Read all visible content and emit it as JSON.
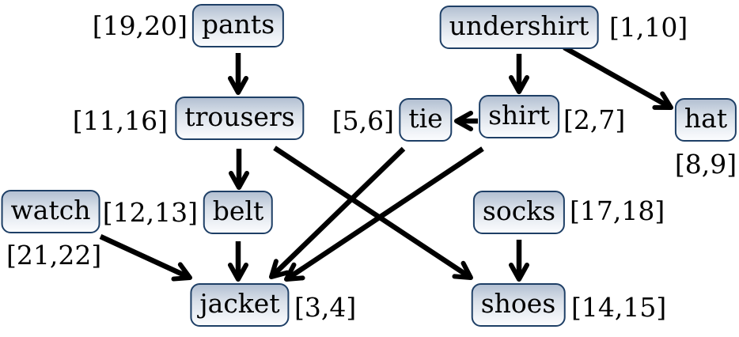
{
  "nodes": [
    {
      "id": "pants",
      "label": "pants",
      "times": "[19,20]"
    },
    {
      "id": "undershirt",
      "label": "undershirt",
      "times": "[1,10]"
    },
    {
      "id": "trousers",
      "label": "trousers",
      "times": "[11,16]"
    },
    {
      "id": "tie",
      "label": "tie",
      "times": "[5,6]"
    },
    {
      "id": "shirt",
      "label": "shirt",
      "times": "[2,7]"
    },
    {
      "id": "hat",
      "label": "hat",
      "times": "[8,9]"
    },
    {
      "id": "watch",
      "label": "watch",
      "times": "[21,22]"
    },
    {
      "id": "belt",
      "label": "belt",
      "times": "[12,13]"
    },
    {
      "id": "socks",
      "label": "socks",
      "times": "[17,18]"
    },
    {
      "id": "jacket",
      "label": "jacket",
      "times": "[3,4]"
    },
    {
      "id": "shoes",
      "label": "shoes",
      "times": "[14,15]"
    }
  ],
  "edges": [
    {
      "from": "pants",
      "to": "trousers"
    },
    {
      "from": "undershirt",
      "to": "shirt"
    },
    {
      "from": "undershirt",
      "to": "hat"
    },
    {
      "from": "shirt",
      "to": "tie"
    },
    {
      "from": "shirt",
      "to": "jacket"
    },
    {
      "from": "tie",
      "to": "jacket"
    },
    {
      "from": "trousers",
      "to": "belt"
    },
    {
      "from": "trousers",
      "to": "shoes"
    },
    {
      "from": "belt",
      "to": "jacket"
    },
    {
      "from": "watch",
      "to": "jacket"
    },
    {
      "from": "socks",
      "to": "shoes"
    }
  ],
  "colors": {
    "node_border": "#1e3f66",
    "node_fill_top": "#b3c0d2",
    "node_fill_bottom": "#ffffff",
    "edge": "#000000",
    "text": "#000000"
  }
}
